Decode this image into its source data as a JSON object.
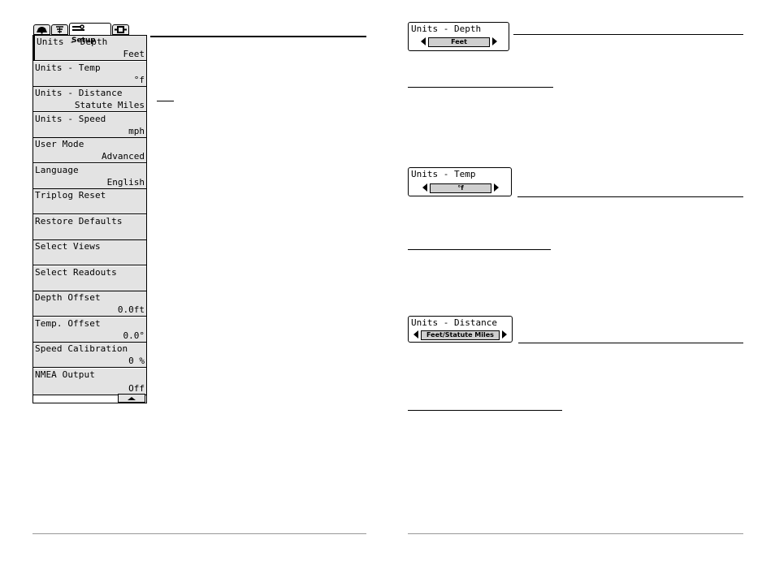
{
  "tabs": [
    {
      "icon": "alarm-icon"
    },
    {
      "icon": "sonar-icon"
    },
    {
      "icon": "wrench-icon",
      "label": "Setup"
    },
    {
      "icon": "accessory-icon"
    }
  ],
  "menu": {
    "items": [
      {
        "label": "Units - Depth",
        "value": "Feet"
      },
      {
        "label": "Units - Temp",
        "value": "°f"
      },
      {
        "label": "Units - Distance",
        "value": "Statute Miles"
      },
      {
        "label": "Units - Speed",
        "value": "mph"
      },
      {
        "label": "User Mode",
        "value": "Advanced"
      },
      {
        "label": "Language",
        "value": "English"
      },
      {
        "label": "Triplog Reset",
        "value": ""
      },
      {
        "label": "Restore Defaults",
        "value": ""
      },
      {
        "label": "Select Views",
        "value": ""
      },
      {
        "label": "Select Readouts",
        "value": ""
      },
      {
        "label": "Depth Offset",
        "value": "0.0ft"
      },
      {
        "label": "Temp. Offset",
        "value": "0.0°"
      },
      {
        "label": "Speed Calibration",
        "value": "0 %"
      },
      {
        "label": "NMEA Output",
        "value": "Off"
      }
    ]
  },
  "widgets": {
    "depth": {
      "title": "Units - Depth",
      "value": "Feet"
    },
    "temp": {
      "title": "Units - Temp",
      "value": "°f"
    },
    "distance": {
      "title": "Units - Distance",
      "value": "Feet/Statute Miles"
    }
  }
}
